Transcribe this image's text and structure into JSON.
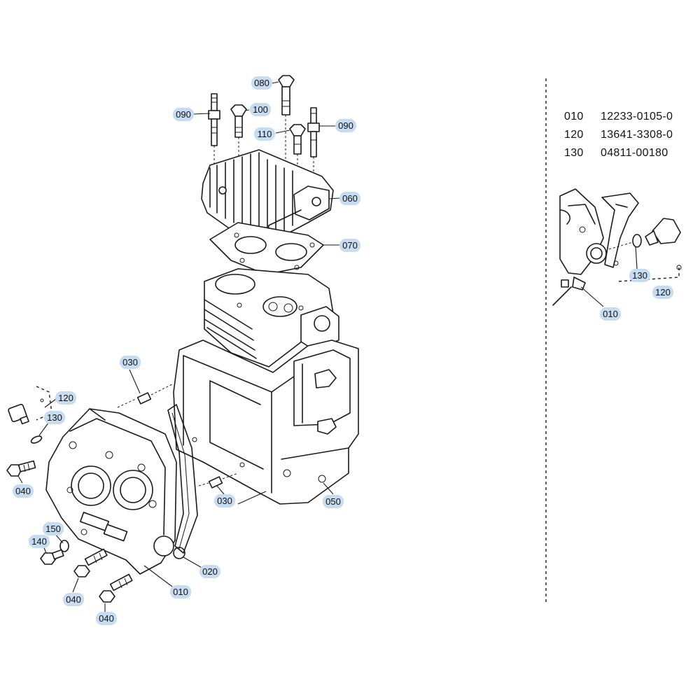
{
  "callouts": {
    "top_080": "080",
    "top_090_left": "090",
    "top_100": "100",
    "top_110": "110",
    "top_090_right": "090",
    "head_060": "060",
    "gasket_070": "070",
    "pin_030_upper": "030",
    "pin_030_lower": "030",
    "case_050": "050",
    "left_120": "120",
    "left_130": "130",
    "left_040_upper": "040",
    "left_150": "150",
    "left_140": "140",
    "bolt_040_mid": "040",
    "bolt_040_low": "040",
    "cover_010": "010",
    "gasket_020": "020",
    "detail_130": "130",
    "detail_120": "120",
    "detail_010": "010"
  },
  "legend": [
    {
      "ref": "010",
      "part": "12233-0105-0"
    },
    {
      "ref": "120",
      "part": "13641-3308-0"
    },
    {
      "ref": "130",
      "part": "04811-00180"
    }
  ],
  "colors": {
    "callout_fill": "#c7dcf0",
    "line": "#1a1a1a"
  }
}
